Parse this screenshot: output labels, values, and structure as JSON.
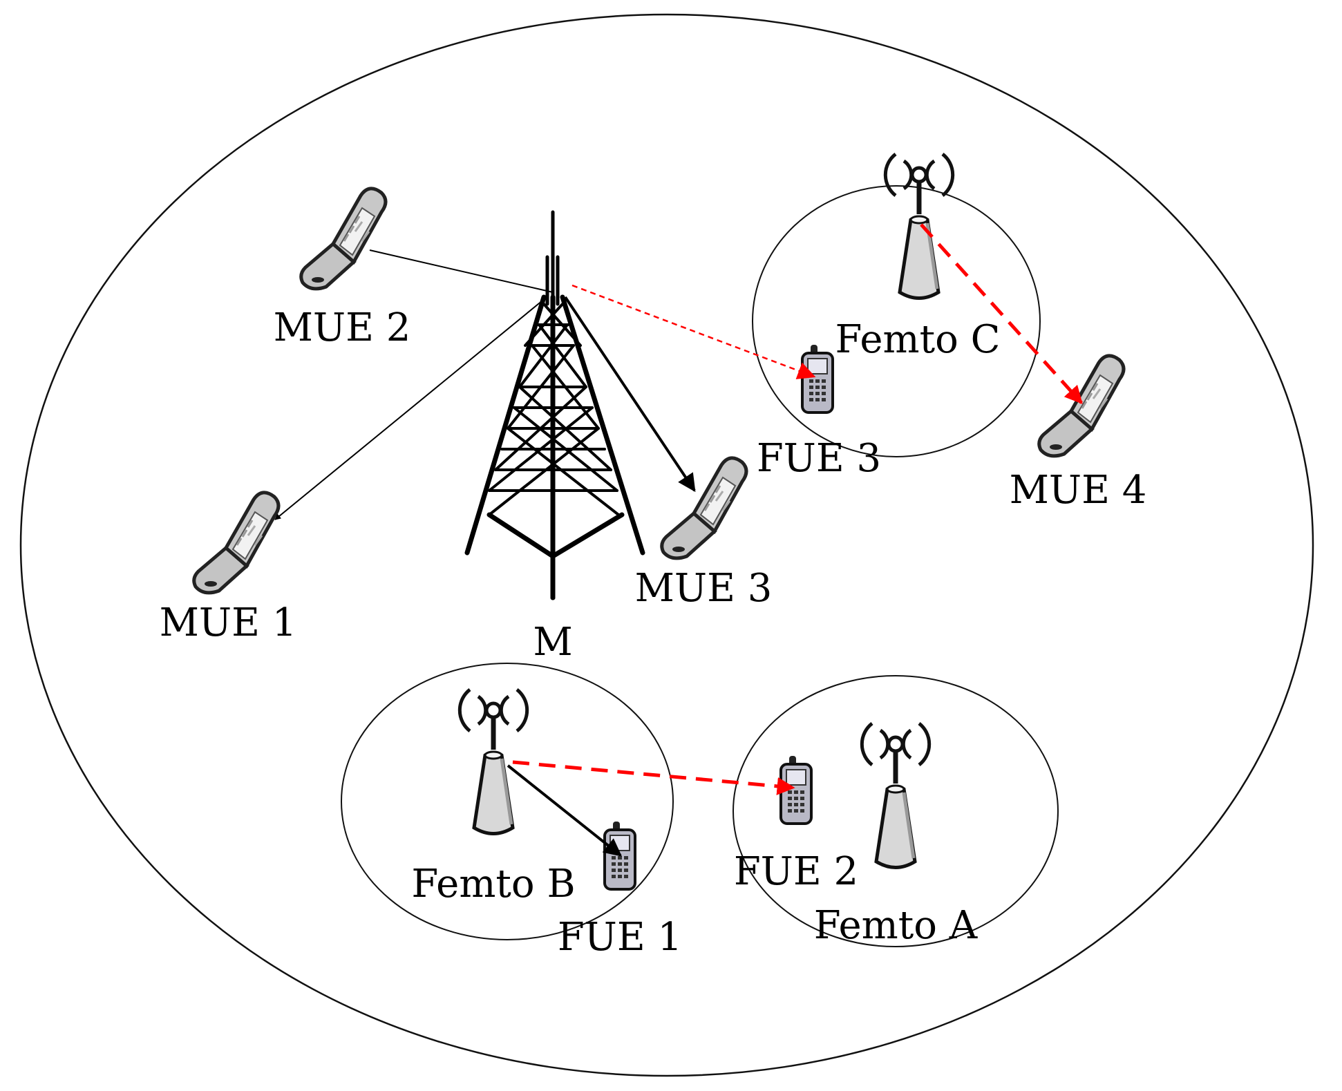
{
  "colors": {
    "link": "#000000",
    "interference": "#ff0000",
    "device_body": "#bfbfbf",
    "device_dark": "#404040"
  },
  "macro": {
    "label": "M"
  },
  "femtocells": [
    {
      "id": "A",
      "label": "Femto A"
    },
    {
      "id": "B",
      "label": "Femto B"
    },
    {
      "id": "C",
      "label": "Femto C"
    }
  ],
  "mues": [
    {
      "id": "1",
      "label": "MUE 1"
    },
    {
      "id": "2",
      "label": "MUE 2"
    },
    {
      "id": "3",
      "label": "MUE 3"
    },
    {
      "id": "4",
      "label": "MUE 4"
    }
  ],
  "fues": [
    {
      "id": "1",
      "label": "FUE 1"
    },
    {
      "id": "2",
      "label": "FUE 2"
    },
    {
      "id": "3",
      "label": "FUE 3"
    }
  ],
  "links": [
    {
      "from": "M",
      "to": "MUE 1",
      "kind": "serving"
    },
    {
      "from": "M",
      "to": "MUE 2",
      "kind": "serving"
    },
    {
      "from": "M",
      "to": "MUE 3",
      "kind": "serving"
    },
    {
      "from": "Femto B",
      "to": "FUE 1",
      "kind": "serving"
    },
    {
      "from": "M",
      "to": "FUE 3",
      "kind": "interference"
    },
    {
      "from": "Femto C",
      "to": "MUE 4",
      "kind": "interference"
    },
    {
      "from": "Femto B",
      "to": "FUE 2",
      "kind": "interference"
    }
  ]
}
